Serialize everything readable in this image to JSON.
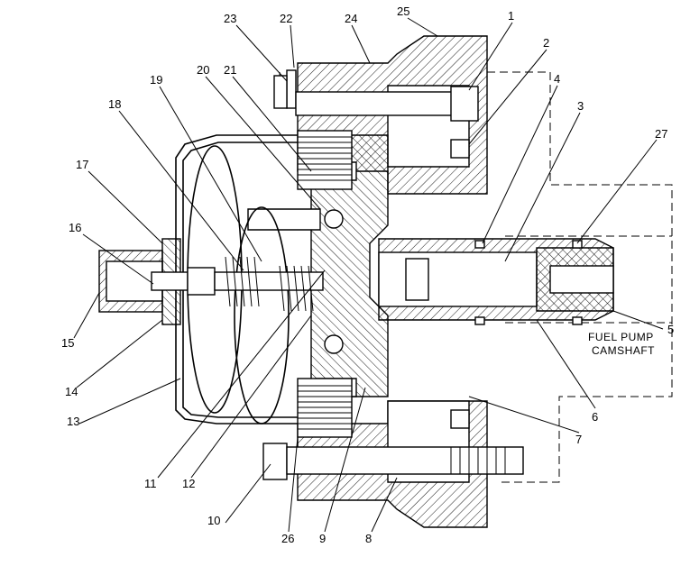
{
  "labels": {
    "n1": "1",
    "n2": "2",
    "n3": "3",
    "n4": "4",
    "n5": "5",
    "n6": "6",
    "n7": "7",
    "n8": "8",
    "n9": "9",
    "n10": "10",
    "n11": "11",
    "n12": "12",
    "n13": "13",
    "n14": "14",
    "n15": "15",
    "n16": "16",
    "n17": "17",
    "n18": "18",
    "n19": "19",
    "n20": "20",
    "n21": "21",
    "n22": "22",
    "n23": "23",
    "n24": "24",
    "n25": "25",
    "n26": "26",
    "n27": "27"
  },
  "caption": {
    "line1": "FUEL PUMP",
    "line2": "CAMSHAFT"
  }
}
